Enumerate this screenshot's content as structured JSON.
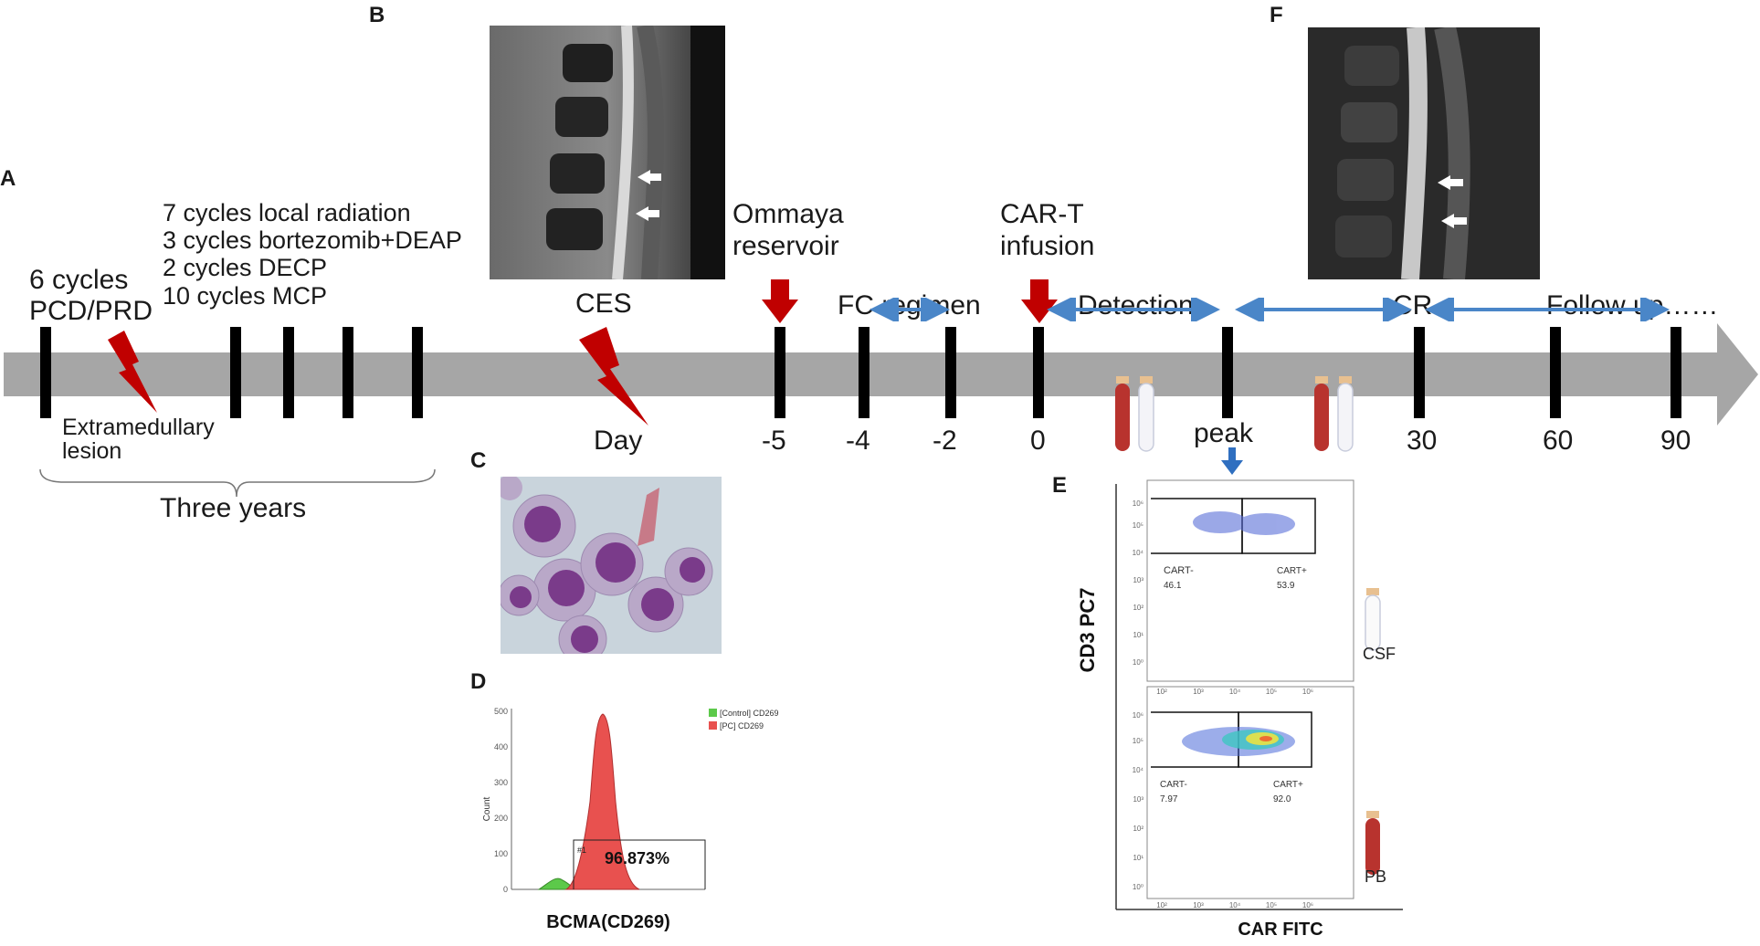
{
  "panels": {
    "a": "A",
    "b": "B",
    "c": "C",
    "d": "D",
    "e": "E",
    "f": "F"
  },
  "timeline": {
    "initial_therapy": [
      "6 cycles",
      "PCD/PRD"
    ],
    "later_therapy": [
      "7 cycles local radiation",
      "3 cycles bortezomib+DEAP",
      "2 cycles DECP",
      "10 cycles MCP"
    ],
    "extramedullary": [
      "Extramedullary",
      "lesion"
    ],
    "three_years": "Three years",
    "ces": "CES",
    "day": "Day",
    "ommaya": [
      "Ommaya",
      "reservoir"
    ],
    "fc_regimen": "FC regimen",
    "cart_infusion": [
      "CAR-T",
      "infusion"
    ],
    "detection": "Detection",
    "peak": "peak",
    "cr": "CR",
    "follow_up": "Follow up……",
    "day_labels": [
      "-5",
      "-4",
      "-2",
      "0",
      "30",
      "60",
      "90"
    ]
  },
  "colors": {
    "timeline_bar": "#a6a6a6",
    "tick": "#000000",
    "red_arrow": "#c00000",
    "blue_arrow": "#4a86c8",
    "histogram_pc": "#e8514f",
    "histogram_control": "#5cc94a"
  },
  "histogram": {
    "ylabel": "Count",
    "xlabel": "BCMA(CD269)",
    "yticks": [
      "0",
      "100",
      "200",
      "300",
      "400",
      "500"
    ],
    "gate_label": "#1",
    "gate_value": "96.873%",
    "legend": [
      "[Control] CD269",
      "[PC] CD269"
    ]
  },
  "flow": {
    "ylabel": "CD3 PC7",
    "xlabel": "CAR FITC",
    "xticks": [
      "10²",
      "10³",
      "10⁴",
      "10⁵",
      "10⁶"
    ],
    "yticks": [
      "10⁶",
      "10⁵",
      "10⁴",
      "10³",
      "10²",
      "10¹",
      "10⁰"
    ],
    "top": {
      "neg_label": "CART-",
      "neg_value": "46.1",
      "pos_label": "CART+",
      "pos_value": "53.9",
      "sample": "CSF"
    },
    "bottom": {
      "neg_label": "CART-",
      "neg_value": "7.97",
      "pos_label": "CART+",
      "pos_value": "92.0",
      "sample": "PB"
    }
  }
}
